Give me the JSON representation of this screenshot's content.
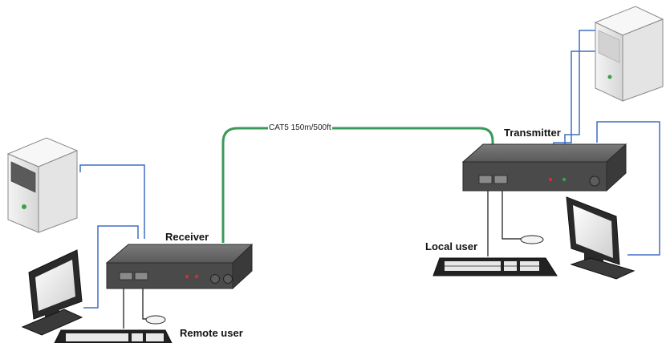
{
  "labels": {
    "cable": "CAT5 150m/500ft",
    "transmitter": "Transmitter",
    "receiver": "Receiver",
    "local_user": "Local user",
    "remote_user": "Remote user"
  },
  "colors": {
    "cat5_cable": "#3a9a5a",
    "video_cable": "#3f6fc4",
    "device_body": "#4a4a4a",
    "device_top": "#6a6a6a"
  },
  "icons": [
    "server-tower-icon",
    "kvm-receiver-icon",
    "kvm-transmitter-icon",
    "monitor-icon",
    "keyboard-icon",
    "mouse-icon"
  ]
}
